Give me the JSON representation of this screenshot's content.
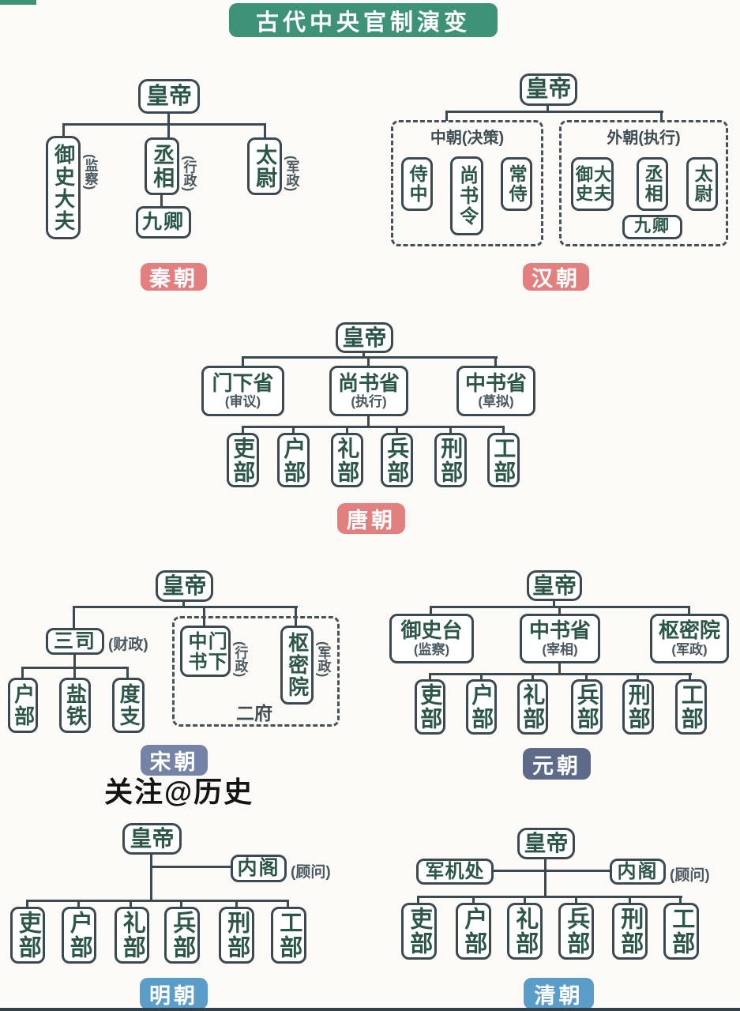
{
  "title": "古代中央官制演变",
  "watermark": "关注@历史",
  "colors": {
    "title_bg": "#3e9277",
    "red_badge": "#e2807f",
    "song_badge": "#7584a6",
    "yuan_badge": "#5d6b88",
    "blue_badge": "#5b9dc9",
    "box_border": "#3b4a50",
    "box_text": "#2c564a",
    "note_text": "#4a5860"
  },
  "sections": {
    "qin": {
      "era": "秦朝",
      "emperor": "皇帝",
      "censor": "御史大夫",
      "censor_note": "(监察)",
      "chancellor": "丞相",
      "chancellor_note": "(行政)",
      "nine_ministers": "九卿",
      "grand_commandant": "太尉",
      "grand_commandant_note": "(军政)"
    },
    "han": {
      "era": "汉朝",
      "emperor": "皇帝",
      "inner_court_title": "中朝(决策)",
      "outer_court_title": "外朝(执行)",
      "shizhong": "侍中",
      "shangshuling": "尚书令",
      "changshi": "常侍",
      "censor_col1": "御史",
      "censor_col2": "大夫",
      "chancellor": "丞相",
      "grand_commandant": "太尉",
      "nine_ministers": "九卿"
    },
    "tang": {
      "era": "唐朝",
      "emperor": "皇帝",
      "menxiasheng": "门下省",
      "menxiasheng_note": "(审议)",
      "shangshusheng": "尚书省",
      "shangshusheng_note": "(执行)",
      "zhongshusheng": "中书省",
      "zhongshusheng_note": "(草拟)",
      "ministries": [
        "吏部",
        "户部",
        "礼部",
        "兵部",
        "刑部",
        "工部"
      ]
    },
    "song": {
      "era": "宋朝",
      "emperor": "皇帝",
      "sansi": "三司",
      "sansi_note": "(财政)",
      "zhongshumenxia_col1": "中书",
      "zhongshumenxia_col2": "门下",
      "zhongshumenxia_note": "(行政)",
      "shumiyuan": "枢密院",
      "shumiyuan_note": "(军政)",
      "erfu": "二府",
      "departments": [
        "户部",
        "盐铁",
        "度支"
      ]
    },
    "yuan": {
      "era": "元朝",
      "emperor": "皇帝",
      "yushitai": "御史台",
      "yushitai_note": "(监察)",
      "zhongshusheng": "中书省",
      "zhongshusheng_note": "(宰相)",
      "shumiyuan": "枢密院",
      "shumiyuan_note": "(军政)",
      "ministries": [
        "吏部",
        "户部",
        "礼部",
        "兵部",
        "刑部",
        "工部"
      ]
    },
    "ming": {
      "era": "明朝",
      "emperor": "皇帝",
      "neige": "内阁",
      "neige_note": "(顾问)",
      "ministries": [
        "吏部",
        "户部",
        "礼部",
        "兵部",
        "刑部",
        "工部"
      ]
    },
    "qing": {
      "era": "清朝",
      "emperor": "皇帝",
      "junjichu": "军机处",
      "neige": "内阁",
      "neige_note": "(顾问)",
      "ministries": [
        "吏部",
        "户部",
        "礼部",
        "兵部",
        "刑部",
        "工部"
      ]
    }
  }
}
